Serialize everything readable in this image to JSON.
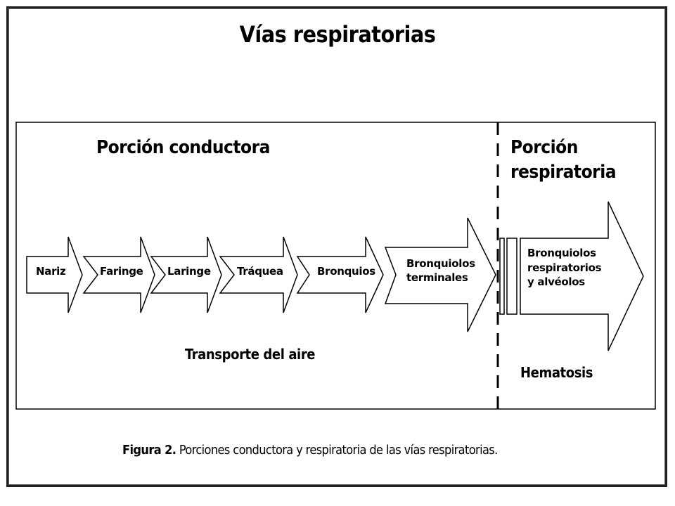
{
  "title": "Vías respiratorias",
  "sections": {
    "conducting": "Porción  conductora",
    "respiratory_line1": "Porción",
    "respiratory_line2": "respiratoria"
  },
  "arrows": {
    "nariz": "Nariz",
    "faringe": "Faringe",
    "laringe": "Laringe",
    "traquea": "Tráquea",
    "bronquios": "Bronquios",
    "terminales_line1": "Bronquiolos",
    "terminales_line2": "terminales",
    "respiratorios_line1": "Bronquiolos",
    "respiratorios_line2": "respiratorios",
    "respiratorios_line3": "y  alvéolos"
  },
  "labels": {
    "transport": "Transporte del aire",
    "hematosis": "Hematosis"
  },
  "caption": {
    "prefix": "Figura 2.",
    "text": "Porciones conductora y respiratoria de las vías respiratorias."
  }
}
